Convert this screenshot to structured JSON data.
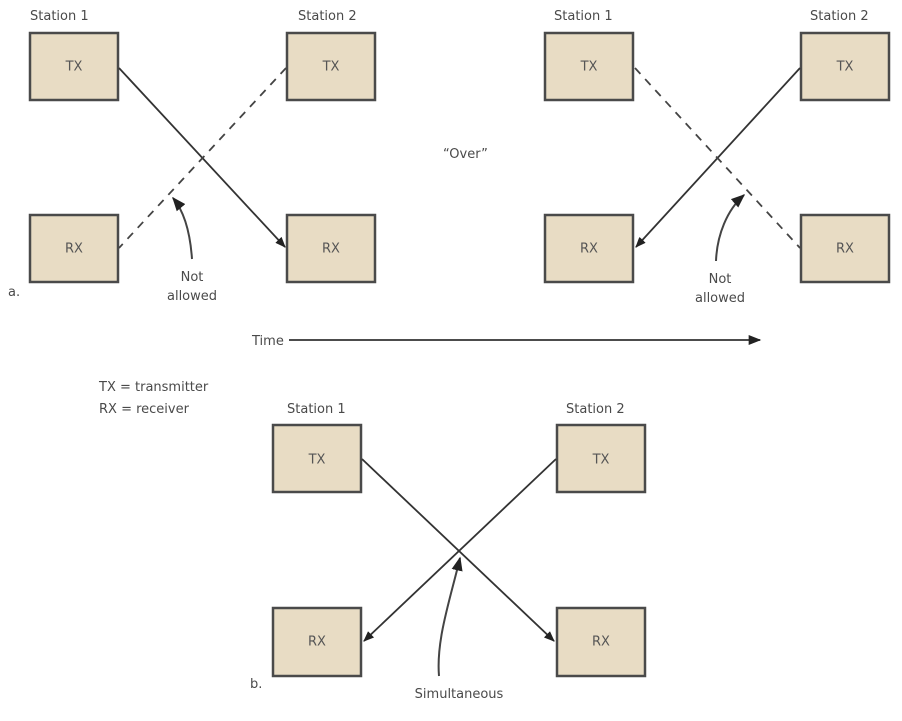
{
  "diagram": {
    "part_a": {
      "label": "a.",
      "over_label": "“Over”",
      "left": {
        "station1_label": "Station 1",
        "station2_label": "Station 2",
        "tx": "TX",
        "rx": "RX",
        "active_link": "Station 1 TX → Station 2 RX",
        "blocked_link": "Station 2 TX → Station 1 RX",
        "annotation": [
          "Not",
          "allowed"
        ]
      },
      "right": {
        "station1_label": "Station 1",
        "station2_label": "Station 2",
        "tx": "TX",
        "rx": "RX",
        "active_link": "Station 2 TX → Station 1 RX",
        "blocked_link": "Station 1 TX → Station 2 RX",
        "annotation": [
          "Not",
          "allowed"
        ]
      }
    },
    "time_label": "Time",
    "legend": {
      "tx": "TX = transmitter",
      "rx": "RX = receiver"
    },
    "part_b": {
      "label": "b.",
      "station1_label": "Station 1",
      "station2_label": "Station 2",
      "tx": "TX",
      "rx": "RX",
      "annotation": "Simultaneous"
    },
    "colors": {
      "box_fill": "#e8dcc4",
      "box_border": "#4a4a4a",
      "line": "#333333"
    }
  }
}
